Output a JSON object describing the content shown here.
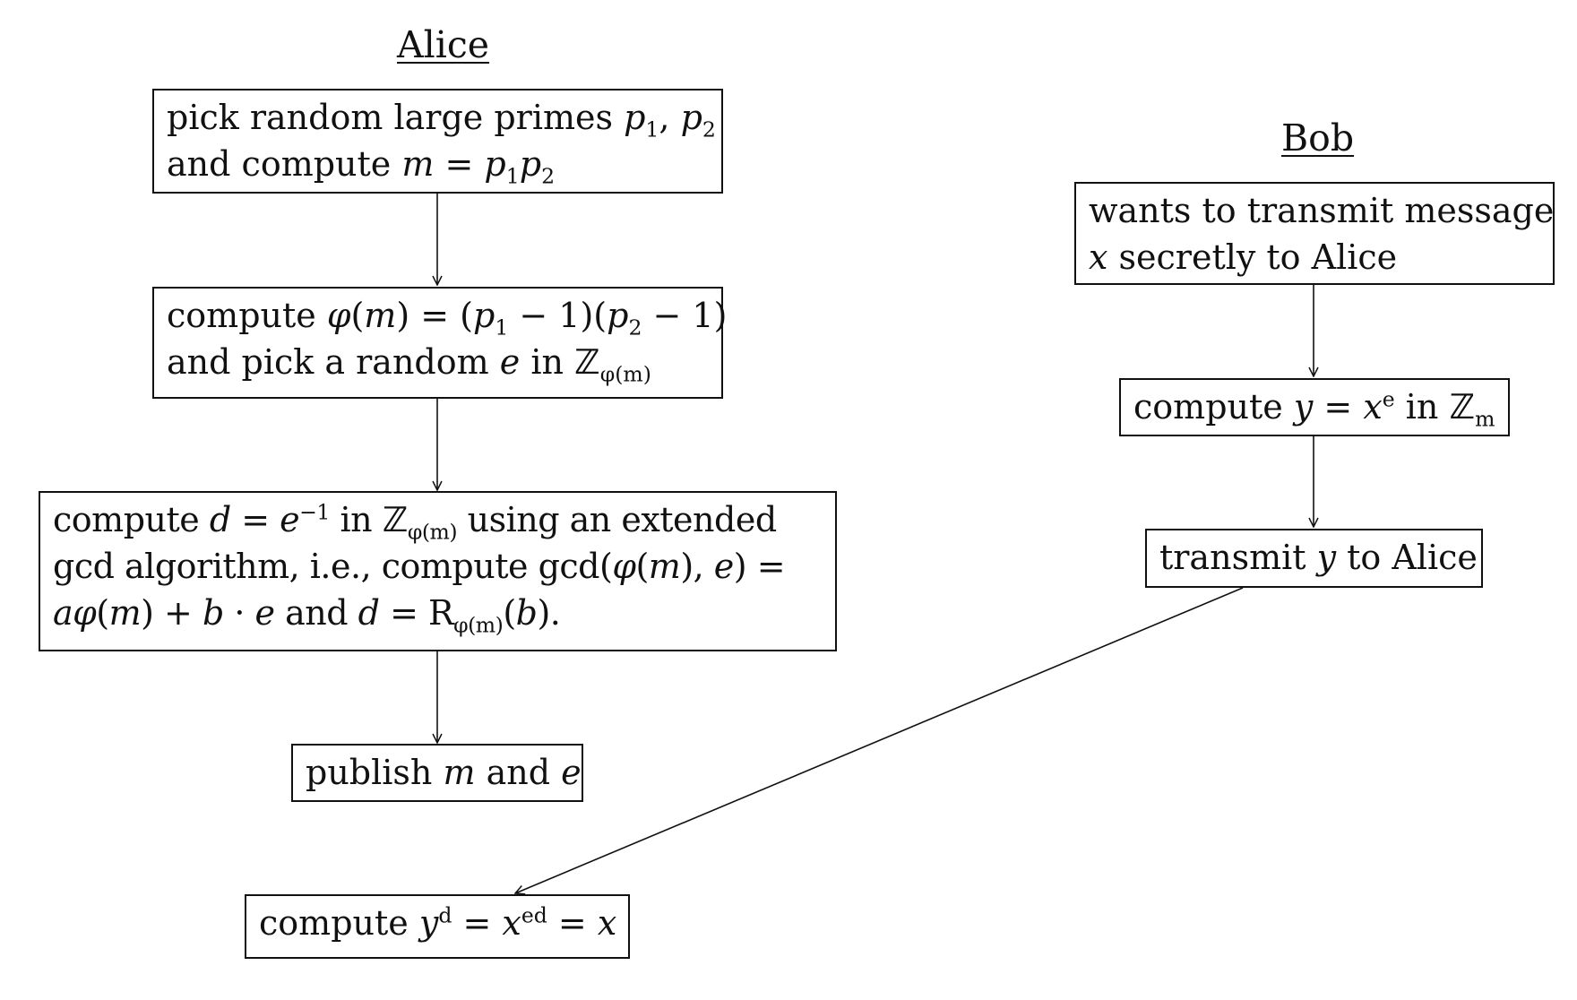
{
  "headers": {
    "alice": "Alice",
    "bob": "Bob"
  },
  "alice_steps": [
    {
      "lines": [
        [
          {
            "t": "pick random large primes "
          },
          {
            "t": "p",
            "v": 1
          },
          {
            "t": "1",
            "sub": 1
          },
          {
            "t": ", "
          },
          {
            "t": "p",
            "v": 1
          },
          {
            "t": "2",
            "sub": 1
          }
        ],
        [
          {
            "t": "and compute "
          },
          {
            "t": "m",
            "v": 1
          },
          {
            "t": " = "
          },
          {
            "t": "p",
            "v": 1
          },
          {
            "t": "1",
            "sub": 1
          },
          {
            "t": "p",
            "v": 1
          },
          {
            "t": "2",
            "sub": 1
          }
        ]
      ]
    },
    {
      "lines": [
        [
          {
            "t": "compute "
          },
          {
            "t": "φ",
            "v": 1
          },
          {
            "t": "("
          },
          {
            "t": "m",
            "v": 1
          },
          {
            "t": ") = ("
          },
          {
            "t": "p",
            "v": 1
          },
          {
            "t": "1",
            "sub": 1
          },
          {
            "t": " − 1)("
          },
          {
            "t": "p",
            "v": 1
          },
          {
            "t": "2",
            "sub": 1
          },
          {
            "t": " − 1)"
          }
        ],
        [
          {
            "t": "and pick a random "
          },
          {
            "t": "e",
            "v": 1
          },
          {
            "t": " in "
          },
          {
            "t": "ℤ",
            "bb": 1
          },
          {
            "t": "φ(m)",
            "sub": 1,
            "v": 1
          }
        ]
      ]
    },
    {
      "lines": [
        [
          {
            "t": "compute "
          },
          {
            "t": "d",
            "v": 1
          },
          {
            "t": " = "
          },
          {
            "t": "e",
            "v": 1
          },
          {
            "t": "−1",
            "sup": 1
          },
          {
            "t": " in "
          },
          {
            "t": "ℤ",
            "bb": 1
          },
          {
            "t": "φ(m)",
            "sub": 1,
            "v": 1
          },
          {
            "t": " using an extended"
          }
        ],
        [
          {
            "t": "gcd algorithm, i.e., compute gcd("
          },
          {
            "t": "φ",
            "v": 1
          },
          {
            "t": "("
          },
          {
            "t": "m",
            "v": 1
          },
          {
            "t": "), "
          },
          {
            "t": "e",
            "v": 1
          },
          {
            "t": ") ="
          }
        ],
        [
          {
            "t": "a",
            "v": 1
          },
          {
            "t": "φ",
            "v": 1
          },
          {
            "t": "("
          },
          {
            "t": "m",
            "v": 1
          },
          {
            "t": ") + "
          },
          {
            "t": "b",
            "v": 1
          },
          {
            "t": " · "
          },
          {
            "t": "e",
            "v": 1
          },
          {
            "t": " and "
          },
          {
            "t": "d",
            "v": 1
          },
          {
            "t": " = R"
          },
          {
            "t": "φ(m)",
            "sub": 1,
            "v": 1
          },
          {
            "t": "("
          },
          {
            "t": "b",
            "v": 1
          },
          {
            "t": ")."
          }
        ]
      ]
    },
    {
      "lines": [
        [
          {
            "t": "publish "
          },
          {
            "t": "m",
            "v": 1
          },
          {
            "t": " and "
          },
          {
            "t": "e",
            "v": 1
          }
        ]
      ]
    },
    {
      "lines": [
        [
          {
            "t": "compute "
          },
          {
            "t": "y",
            "v": 1
          },
          {
            "t": "d",
            "sup": 1,
            "v": 1
          },
          {
            "t": " = "
          },
          {
            "t": "x",
            "v": 1
          },
          {
            "t": "ed",
            "sup": 1,
            "v": 1
          },
          {
            "t": " = "
          },
          {
            "t": "x",
            "v": 1
          }
        ]
      ]
    }
  ],
  "bob_steps": [
    {
      "lines": [
        [
          {
            "t": "wants to transmit message"
          }
        ],
        [
          {
            "t": "x",
            "v": 1
          },
          {
            "t": " secretly to Alice"
          }
        ]
      ]
    },
    {
      "lines": [
        [
          {
            "t": "compute "
          },
          {
            "t": "y",
            "v": 1
          },
          {
            "t": " = "
          },
          {
            "t": "x",
            "v": 1
          },
          {
            "t": "e",
            "sup": 1,
            "v": 1
          },
          {
            "t": " in "
          },
          {
            "t": "ℤ",
            "bb": 1
          },
          {
            "t": "m",
            "sub": 1,
            "v": 1
          }
        ]
      ]
    },
    {
      "lines": [
        [
          {
            "t": "transmit "
          },
          {
            "t": "y",
            "v": 1
          },
          {
            "t": " to Alice"
          }
        ]
      ]
    }
  ],
  "edges": [
    {
      "from": "alice-step-1",
      "to": "alice-step-2"
    },
    {
      "from": "alice-step-2",
      "to": "alice-step-3"
    },
    {
      "from": "alice-step-3",
      "to": "alice-step-4"
    },
    {
      "from": "bob-step-1",
      "to": "bob-step-2"
    },
    {
      "from": "bob-step-2",
      "to": "bob-step-3"
    },
    {
      "from": "bob-step-3",
      "to": "alice-step-5"
    }
  ]
}
